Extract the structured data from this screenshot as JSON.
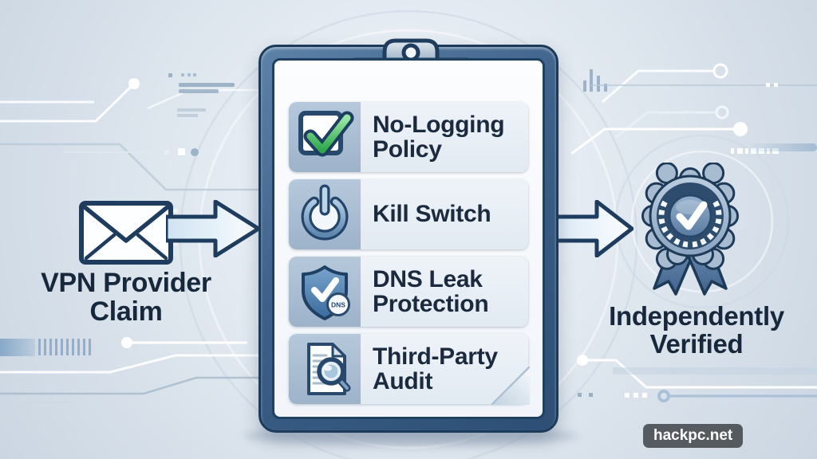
{
  "left_group": {
    "label": "VPN Provider\nClaim"
  },
  "checklist": {
    "items": [
      {
        "icon": "checkmark-icon",
        "label": "No-Logging\nPolicy"
      },
      {
        "icon": "power-icon",
        "label": "Kill Switch"
      },
      {
        "icon": "shield-dns-icon",
        "label": "DNS Leak\nProtection",
        "badge": "DNS"
      },
      {
        "icon": "audit-document-icon",
        "label": "Third-Party\nAudit"
      }
    ]
  },
  "right_group": {
    "label": "Independently\nVerified"
  },
  "watermark": {
    "text": "hackpc.net"
  },
  "colors": {
    "clipboard_frame": "#2d4f75",
    "outline_navy": "#1e3c5e",
    "text_navy": "#17283c",
    "icon_cell_blue": "#a7bdd3",
    "row_background": "#e9eef4",
    "check_green": "#2da84d",
    "badge_blue": "#5a7ba1",
    "background_blue_gray": "#cbd6e2"
  }
}
